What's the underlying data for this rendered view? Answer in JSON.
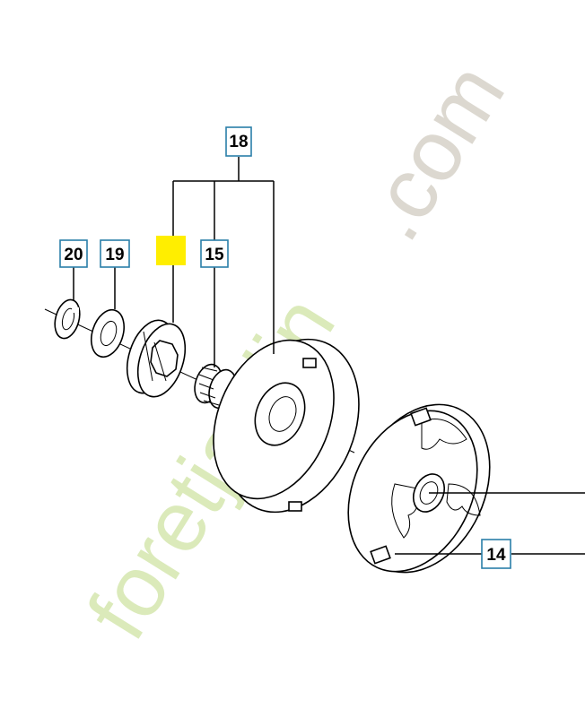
{
  "callouts": {
    "c18": "18",
    "c20": "20",
    "c19": "19",
    "c15": "15",
    "c14": "14",
    "highlight_color": "#ffee00"
  },
  "watermark": {
    "text_main": "foretjardin",
    "text_suffix": ".com",
    "color_light": "#cfe4a4",
    "color_accent": "#f5c79a",
    "color_gray": "#d6d2c8"
  }
}
